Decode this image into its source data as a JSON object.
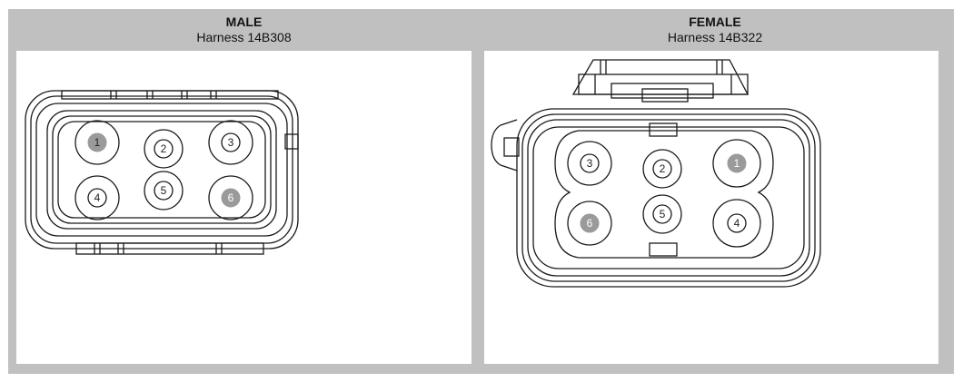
{
  "male": {
    "title": "MALE",
    "harness": "Harness  14B308",
    "pins": [
      {
        "label": "1",
        "highlighted": true
      },
      {
        "label": "2",
        "highlighted": false
      },
      {
        "label": "3",
        "highlighted": false
      },
      {
        "label": "4",
        "highlighted": false
      },
      {
        "label": "5",
        "highlighted": false
      },
      {
        "label": "6",
        "highlighted": true
      }
    ]
  },
  "female": {
    "title": "FEMALE",
    "harness": "Harness  14B322",
    "pins": [
      {
        "label": "3",
        "highlighted": false
      },
      {
        "label": "2",
        "highlighted": false
      },
      {
        "label": "1",
        "highlighted": true
      },
      {
        "label": "6",
        "highlighted": true
      },
      {
        "label": "5",
        "highlighted": false
      },
      {
        "label": "4",
        "highlighted": false
      }
    ]
  },
  "colors": {
    "frame": "#c0c0c0",
    "line": "#1a1a1a",
    "pin_highlight": "#9a9a9a"
  }
}
